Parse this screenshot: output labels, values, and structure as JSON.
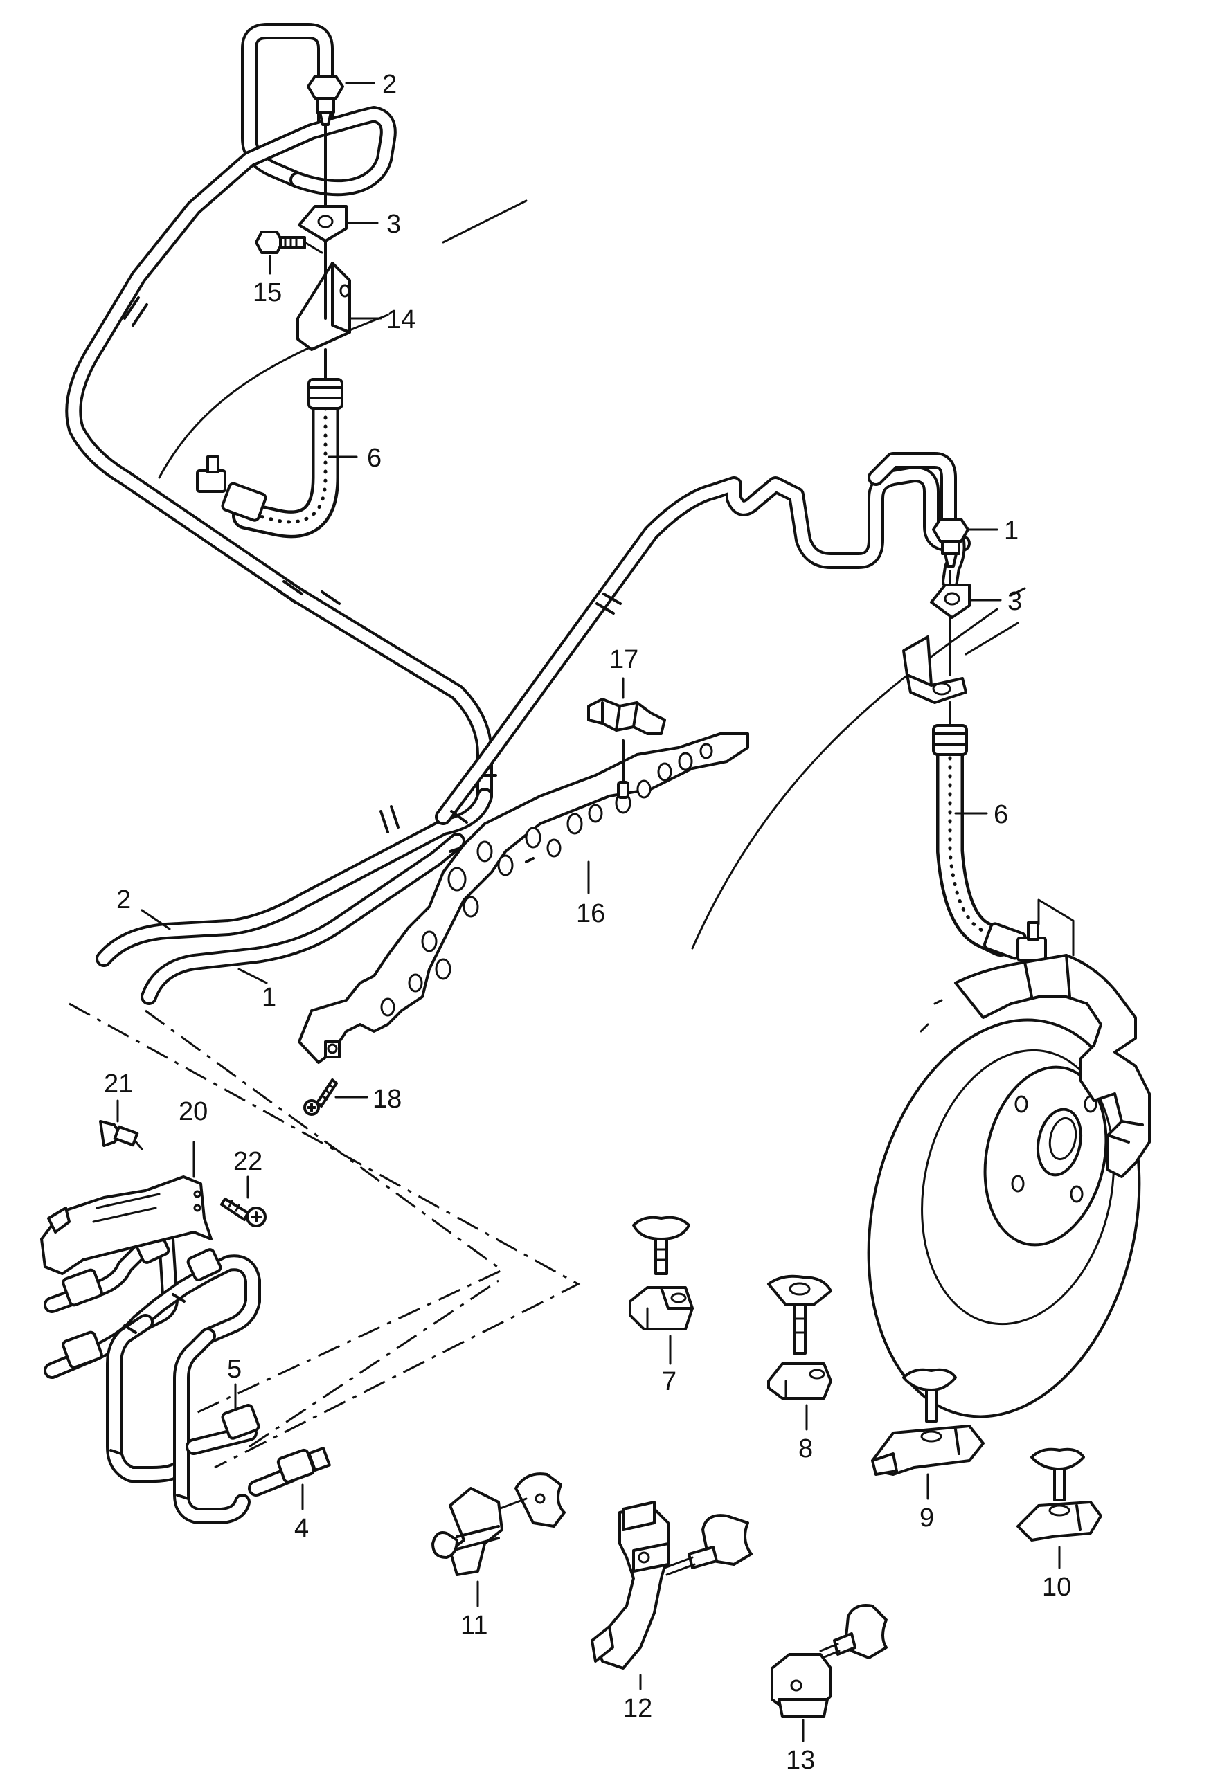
{
  "diagram": {
    "callouts": [
      {
        "id": "c2-top",
        "text": "2"
      },
      {
        "id": "c3-left",
        "text": "3"
      },
      {
        "id": "c15",
        "text": "15"
      },
      {
        "id": "c14",
        "text": "14"
      },
      {
        "id": "c6-left",
        "text": "6"
      },
      {
        "id": "c1-right",
        "text": "1"
      },
      {
        "id": "c3-right",
        "text": "3"
      },
      {
        "id": "c17",
        "text": "17"
      },
      {
        "id": "c6-right",
        "text": "6"
      },
      {
        "id": "c16",
        "text": "16"
      },
      {
        "id": "c2-low",
        "text": "2"
      },
      {
        "id": "c1-low",
        "text": "1"
      },
      {
        "id": "c18",
        "text": "18"
      },
      {
        "id": "c21",
        "text": "21"
      },
      {
        "id": "c20",
        "text": "20"
      },
      {
        "id": "c22",
        "text": "22"
      },
      {
        "id": "c7",
        "text": "7"
      },
      {
        "id": "c8",
        "text": "8"
      },
      {
        "id": "c5",
        "text": "5"
      },
      {
        "id": "c9",
        "text": "9"
      },
      {
        "id": "c4",
        "text": "4"
      },
      {
        "id": "c11",
        "text": "11"
      },
      {
        "id": "c10",
        "text": "10"
      },
      {
        "id": "c12",
        "text": "12"
      },
      {
        "id": "c13",
        "text": "13"
      }
    ]
  }
}
